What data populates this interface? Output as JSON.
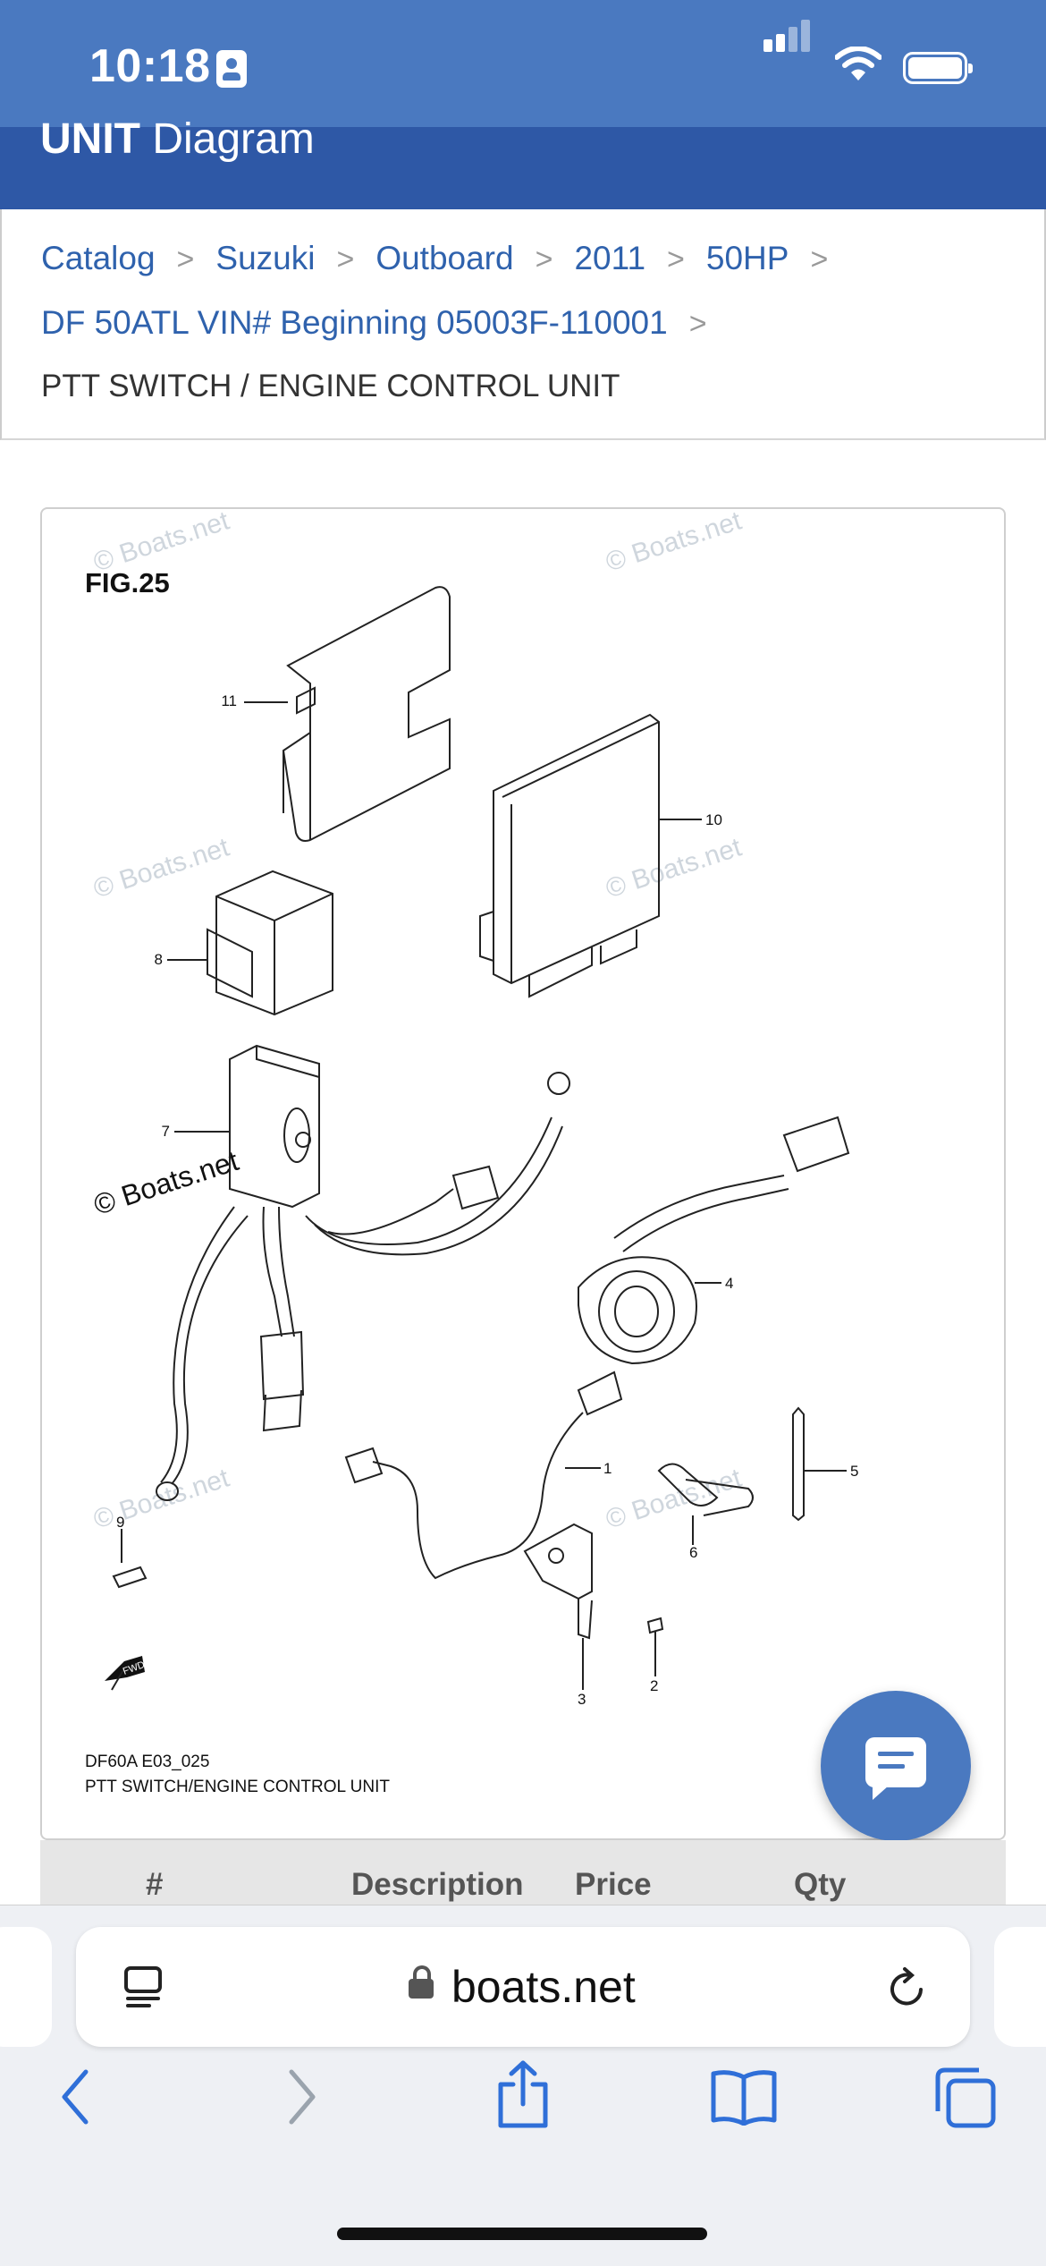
{
  "status": {
    "time": "10:18"
  },
  "header": {
    "title_bold": "UNIT",
    "title_rest": "Diagram"
  },
  "breadcrumb": {
    "items": [
      "Catalog",
      "Suzuki",
      "Outboard",
      "2011",
      "50HP"
    ],
    "model": "DF 50ATL VIN# Beginning 05003F-110001",
    "current": "PTT SWITCH / ENGINE CONTROL UNIT"
  },
  "diagram": {
    "fig_label": "FIG.25",
    "watermark": "© Boats.net",
    "caption_code": "DF60A E03_025",
    "caption_title": "PTT SWITCH/ENGINE CONTROL UNIT",
    "part_numbers": [
      "1",
      "2",
      "3",
      "4",
      "5",
      "6",
      "7",
      "8",
      "9",
      "10",
      "11"
    ],
    "fwd_label": "FWD"
  },
  "table": {
    "col_num": "#",
    "col_desc": "Description",
    "col_price": "Price",
    "col_qty": "Qty"
  },
  "browser": {
    "url": "boats.net"
  },
  "colors": {
    "brand_blue": "#2e58a6",
    "status_blue": "#4a79c0",
    "link_blue": "#2f62ad"
  },
  "icons": [
    "id-card-icon",
    "signal-icon",
    "wifi-icon",
    "battery-icon",
    "chat-icon",
    "reader-icon",
    "lock-icon",
    "reload-icon",
    "back-icon",
    "forward-icon",
    "share-icon",
    "bookmarks-icon",
    "tabs-icon"
  ]
}
